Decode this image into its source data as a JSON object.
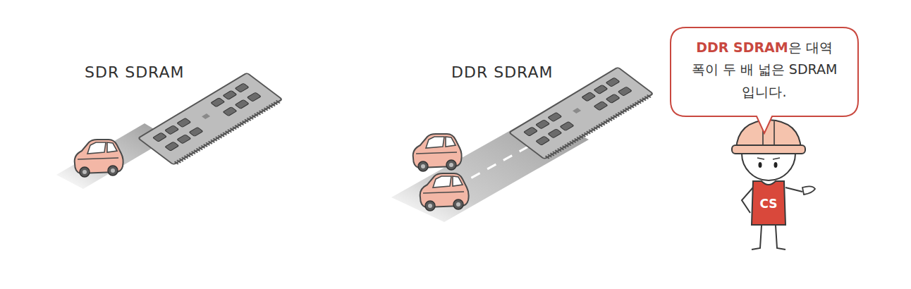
{
  "diagram": {
    "nodes": [
      {
        "text": [
          "DDR SDRAM",
          "은 대역폭이 두 배 넓은 SDRAM입니다."
        ]
      },
      {
        "text": [
          "CS"
        ]
      }
    ],
    "labels": [
      "SDR SDRAM",
      "DDR SDRAM"
    ]
  }
}
